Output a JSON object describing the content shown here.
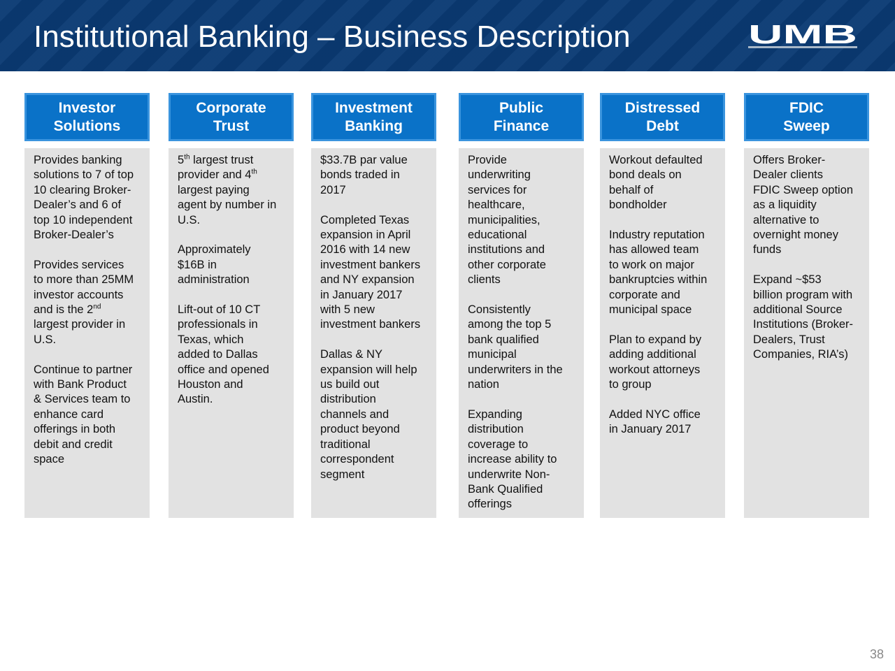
{
  "title": "Institutional Banking – Business Description",
  "logo": {
    "text": "UMB",
    "icon": "umb-logo-icon"
  },
  "columns": [
    {
      "header": [
        "Investor",
        "Solutions"
      ],
      "paragraphs": [
        [
          "Provides banking\nsolutions to 7 of top\n10 clearing Broker-\nDealer’s and 6 of\ntop 10 independent\nBroker-Dealer’s"
        ],
        [
          "Provides services\nto more than 25MM\ninvestor accounts\nand is the 2",
          "nd",
          "\nlargest provider in\nU.S."
        ],
        [
          "Continue to partner\nwith Bank Product\n& Services team to\nenhance card\nofferings in both\ndebit and credit\nspace"
        ]
      ]
    },
    {
      "header": [
        "Corporate",
        "Trust"
      ],
      "paragraphs": [
        [
          "5",
          "th",
          " largest trust\nprovider and 4",
          "th",
          "\nlargest paying\nagent by number in\nU.S."
        ],
        [
          "Approximately\n$16B in\nadministration"
        ],
        [
          "Lift-out of 10 CT\nprofessionals in\nTexas, which\nadded to Dallas\noffice and opened\nHouston and\nAustin."
        ]
      ]
    },
    {
      "header": [
        "Investment",
        "Banking"
      ],
      "paragraphs": [
        [
          "$33.7B par value\nbonds traded in\n2017"
        ],
        [
          "Completed Texas\nexpansion in April\n2016 with 14 new\ninvestment bankers\nand NY expansion\nin January 2017\nwith 5 new\ninvestment bankers"
        ],
        [
          "Dallas & NY\nexpansion will help\nus build out\ndistribution\nchannels and\nproduct beyond\ntraditional\ncorrespondent\nsegment"
        ]
      ]
    },
    {
      "header": [
        "Public",
        "Finance"
      ],
      "paragraphs": [
        [
          "Provide\nunderwriting\nservices for\nhealthcare,\nmunicipalities,\neducational\ninstitutions and\nother corporate\nclients"
        ],
        [
          "Consistently\namong the top 5\nbank qualified\nmunicipal\nunderwriters in the\nnation"
        ],
        [
          "Expanding\ndistribution\ncoverage to\nincrease ability to\nunderwrite Non-\nBank Qualified\nofferings"
        ]
      ]
    },
    {
      "header": [
        "Distressed",
        "Debt"
      ],
      "paragraphs": [
        [
          "Workout defaulted\nbond deals on\nbehalf of\nbondholder"
        ],
        [
          "Industry reputation\nhas allowed team\nto work on major\nbankruptcies within\ncorporate and\nmunicipal space"
        ],
        [
          "Plan to expand by\nadding additional\nworkout attorneys\nto group"
        ],
        [
          "Added NYC office\nin January 2017"
        ]
      ]
    },
    {
      "header": [
        "FDIC",
        "Sweep"
      ],
      "paragraphs": [
        [
          "Offers Broker-\nDealer clients\nFDIC Sweep option\nas a liquidity\nalternative to\novernight money\nfunds"
        ],
        [
          "Expand ~$53\nbillion program with\nadditional Source\nInstitutions (Broker-\nDealers, Trust\nCompanies, RIA’s)"
        ]
      ]
    }
  ],
  "page_number": "38"
}
